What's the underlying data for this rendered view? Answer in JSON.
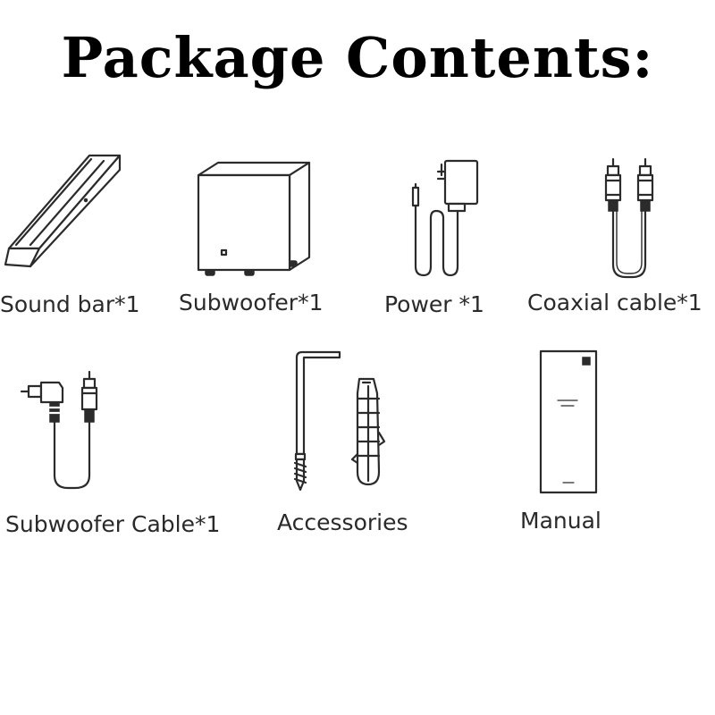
{
  "title": "Package Contents:",
  "items": [
    {
      "label": "Sound bar*1",
      "icon": "sound-bar-icon"
    },
    {
      "label": "Subwoofer*1",
      "icon": "subwoofer-icon"
    },
    {
      "label": "Power *1",
      "icon": "power-adapter-icon"
    },
    {
      "label": "Coaxial cable*1",
      "icon": "coaxial-cable-icon"
    },
    {
      "label": "Subwoofer Cable*1",
      "icon": "subwoofer-cable-icon"
    },
    {
      "label": "Accessories",
      "icon": "accessories-icon"
    },
    {
      "label": "Manual",
      "icon": "manual-icon"
    }
  ]
}
